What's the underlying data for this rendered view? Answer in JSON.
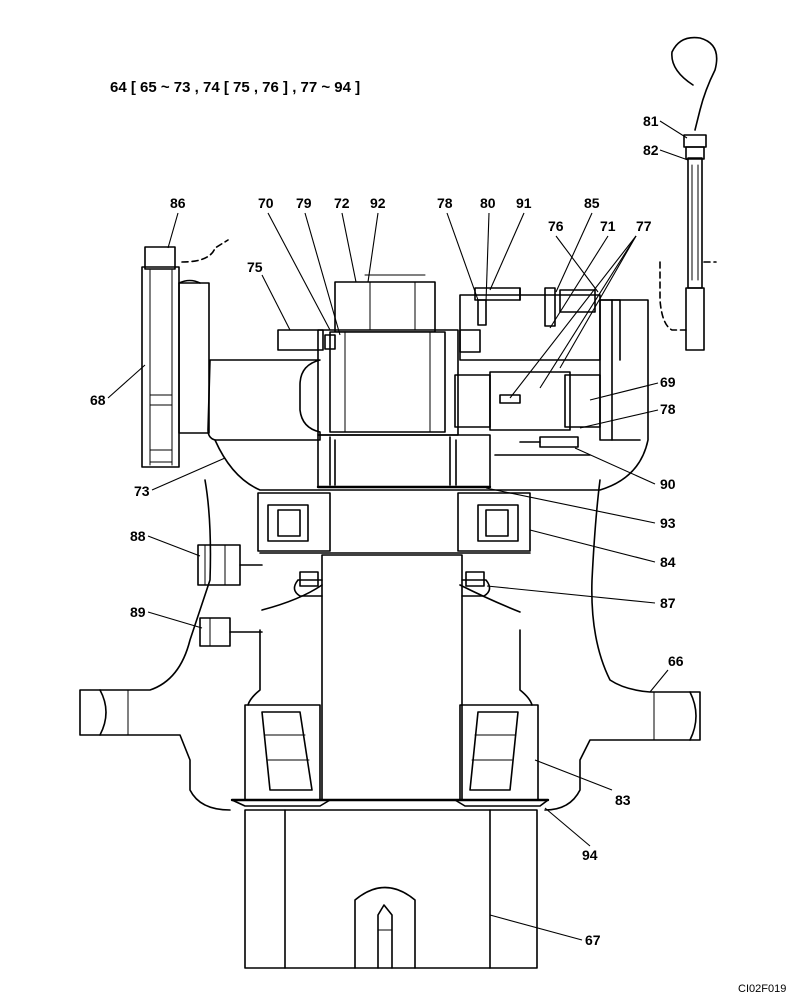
{
  "header": {
    "title": "64 [ 65 ~ 73 , 74 [ 75 , 76 ] , 77 ~ 94 ]"
  },
  "figure_ref": "CI02F019",
  "labels": {
    "l86": "86",
    "l70": "70",
    "l79": "79",
    "l72": "72",
    "l92": "92",
    "l78a": "78",
    "l80": "80",
    "l91": "91",
    "l85": "85",
    "l76": "76",
    "l71": "71",
    "l77": "77",
    "l81": "81",
    "l82": "82",
    "l75": "75",
    "l68": "68",
    "l69": "69",
    "l78b": "78",
    "l73": "73",
    "l90": "90",
    "l93": "93",
    "l88": "88",
    "l84": "84",
    "l87": "87",
    "l89": "89",
    "l66": "66",
    "l83": "83",
    "l94": "94",
    "l67": "67"
  }
}
